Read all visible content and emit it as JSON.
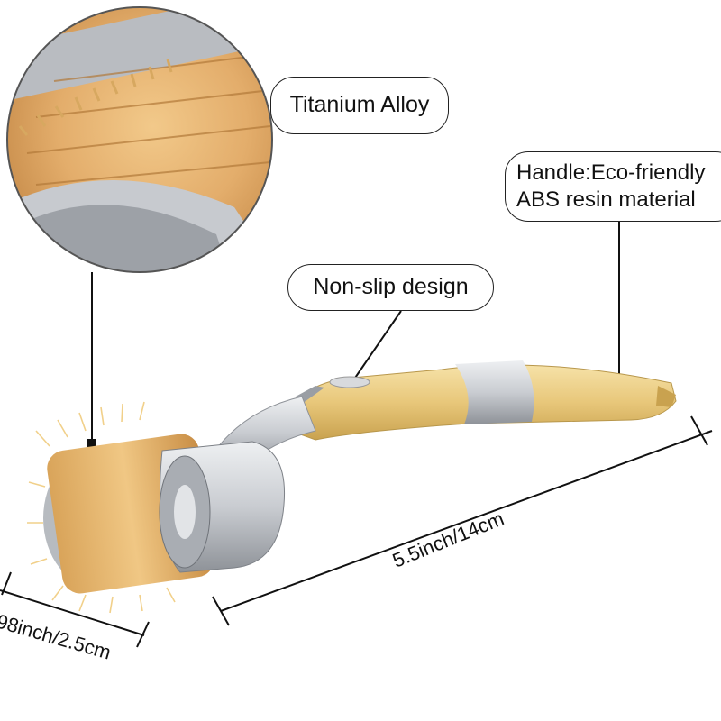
{
  "image": {
    "subject": "Titanium microneedle derma roller product diagram"
  },
  "callouts": {
    "material": "Titanium Alloy",
    "grip": "Non-slip design",
    "handle_line1": "Handle:Eco-friendly",
    "handle_line2": "ABS resin material"
  },
  "dimensions": {
    "length": "5.5inch/14cm",
    "width": "98inch/2.5cm"
  },
  "colors": {
    "gold": "#e8c77a",
    "gold_dark": "#c9a24f",
    "silver": "#c9ccd1",
    "silver_dark": "#8e9298",
    "line": "#111111"
  }
}
